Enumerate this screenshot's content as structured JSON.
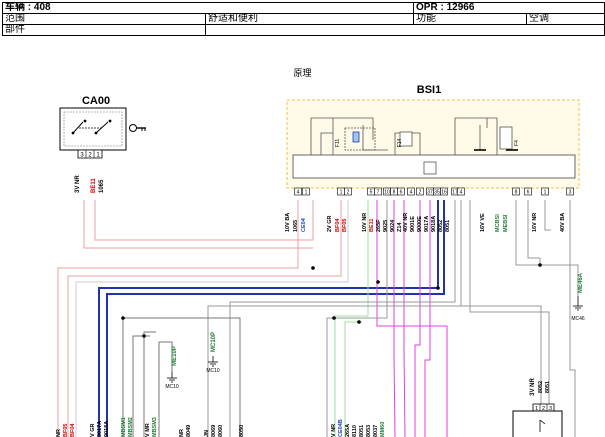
{
  "header": {
    "vehicle": "车辆 : 408",
    "opr": "OPR : 12966",
    "scope_label": "范围",
    "scope_value": "舒适和便利",
    "function_label": "功能",
    "function_value": "空调",
    "parts_label": "部件",
    "parts_value": ""
  },
  "caption": "原理",
  "components": {
    "ca00": "CA00",
    "bsi1": "BSI1"
  },
  "ca00_pins": [
    "3",
    "2",
    "1"
  ],
  "ca00_wires": [
    {
      "text": "3V NR",
      "color": "#000000"
    },
    {
      "text": "BE11",
      "color": "#cc0000"
    },
    {
      "text": "1065",
      "color": "#000000"
    }
  ],
  "bsi_fuses": [
    "F11",
    "F14",
    "F4"
  ],
  "bsi_pins": [
    "4",
    "1",
    "1",
    "2",
    "5",
    "7",
    "10",
    "8",
    "6",
    "4",
    "2",
    "37",
    "35",
    "16",
    "17",
    "4",
    "8",
    "6",
    "1",
    "3"
  ],
  "bsi_labels": [
    {
      "text": "10V BA",
      "color": "#000000"
    },
    {
      "text": "1065",
      "color": "#000000"
    },
    {
      "text": "CE04",
      "color": "#1a3fb5"
    },
    {
      "text": "2V GR",
      "color": "#000000"
    },
    {
      "text": "BF04",
      "color": "#cc0000"
    },
    {
      "text": "BF05",
      "color": "#cc0000"
    },
    {
      "text": "10V NR",
      "color": "#000000"
    },
    {
      "text": "BE11",
      "color": "#cc0000"
    },
    {
      "text": "265F",
      "color": "#000000"
    },
    {
      "text": "9025",
      "color": "#000000"
    },
    {
      "text": "9024",
      "color": "#000000"
    },
    {
      "text": "Z14",
      "color": "#000000"
    },
    {
      "text": "40V NR",
      "color": "#000000"
    },
    {
      "text": "9001E",
      "color": "#000000"
    },
    {
      "text": "9000E",
      "color": "#000000"
    },
    {
      "text": "9017A",
      "color": "#000000"
    },
    {
      "text": "9018A",
      "color": "#000000"
    },
    {
      "text": "8052",
      "color": "#000000"
    },
    {
      "text": "8051",
      "color": "#000000"
    },
    {
      "text": "16V VE",
      "color": "#000000"
    },
    {
      "text": "MCBSI",
      "color": "#1e7b34"
    },
    {
      "text": "MEBSI",
      "color": "#1e7b34"
    },
    {
      "text": "16V NR",
      "color": "#000000"
    },
    {
      "text": "40V BA",
      "color": "#000000"
    }
  ],
  "grounds": [
    "MC10P",
    "MC10",
    "ME10P",
    "MC10",
    "ME46A",
    "MC46"
  ],
  "right_conn": {
    "label": "3V NR",
    "wires": [
      "8052",
      "8051"
    ],
    "pins": [
      "1",
      "2",
      "3"
    ]
  },
  "bottom_labels": [
    {
      "text": "NR",
      "color": "#000000"
    },
    {
      "text": "BF05",
      "color": "#cc0000"
    },
    {
      "text": "BF04",
      "color": "#cc0000"
    },
    {
      "text": "V GR",
      "color": "#000000"
    },
    {
      "text": "9017A",
      "color": "#000000"
    },
    {
      "text": "9018A",
      "color": "#000000"
    },
    {
      "text": "MBSM1",
      "color": "#1e7b34"
    },
    {
      "text": "MBSM2",
      "color": "#1e7b34"
    },
    {
      "text": "V MR",
      "color": "#000000"
    },
    {
      "text": "MBSM3",
      "color": "#1e7b34"
    },
    {
      "text": "NR",
      "color": "#000000"
    },
    {
      "text": "8049",
      "color": "#000000"
    },
    {
      "text": "JN",
      "color": "#000000"
    },
    {
      "text": "8069",
      "color": "#000000"
    },
    {
      "text": "8060",
      "color": "#000000"
    },
    {
      "text": "8050",
      "color": "#000000"
    },
    {
      "text": "V NR",
      "color": "#000000"
    },
    {
      "text": "CE04B",
      "color": "#1a3fb5"
    },
    {
      "text": "265A",
      "color": "#000000"
    },
    {
      "text": "8110",
      "color": "#000000"
    },
    {
      "text": "8051",
      "color": "#000000"
    },
    {
      "text": "8053",
      "color": "#000000"
    },
    {
      "text": "8037",
      "color": "#000000"
    },
    {
      "text": "MM60",
      "color": "#1e7b34"
    }
  ],
  "colors": {
    "red": "#cc0000",
    "blue": "#1a3fb5",
    "green": "#1e7b34",
    "pink_wire": "#e8a0a0",
    "navy_wire": "#2233aa",
    "magenta_wire": "#e040e0",
    "lightgreen_wire": "#9fe29f",
    "grey_wire": "#888888",
    "bsi_border": "#f0c040",
    "bsi_fill": "#fffbe8"
  }
}
